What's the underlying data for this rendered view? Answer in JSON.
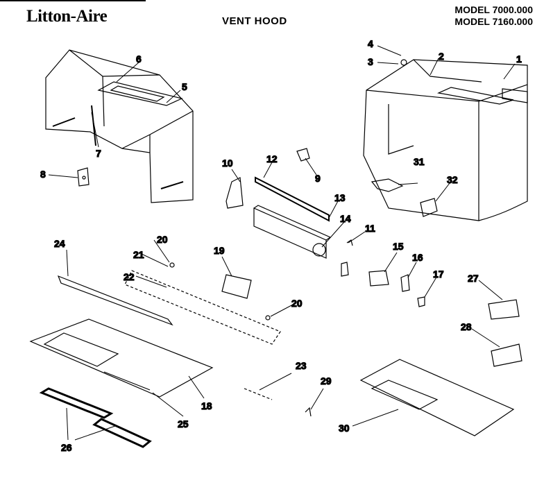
{
  "header": {
    "brand": "Litton-Aire",
    "title": "VENT HOOD",
    "models": [
      "MODEL 7000.000",
      "MODEL 7160.000"
    ]
  },
  "callouts": [
    {
      "id": "1",
      "label": "1"
    },
    {
      "id": "2",
      "label": "2"
    },
    {
      "id": "3",
      "label": "3"
    },
    {
      "id": "4",
      "label": "4"
    },
    {
      "id": "5",
      "label": "5"
    },
    {
      "id": "6",
      "label": "6"
    },
    {
      "id": "7",
      "label": "7"
    },
    {
      "id": "8",
      "label": "8"
    },
    {
      "id": "9",
      "label": "9"
    },
    {
      "id": "10",
      "label": "10"
    },
    {
      "id": "11",
      "label": "11"
    },
    {
      "id": "12",
      "label": "12"
    },
    {
      "id": "13",
      "label": "13"
    },
    {
      "id": "14",
      "label": "14"
    },
    {
      "id": "15",
      "label": "15"
    },
    {
      "id": "16",
      "label": "16"
    },
    {
      "id": "17",
      "label": "17"
    },
    {
      "id": "18",
      "label": "18"
    },
    {
      "id": "19",
      "label": "19"
    },
    {
      "id": "20a",
      "label": "20"
    },
    {
      "id": "20b",
      "label": "20"
    },
    {
      "id": "21",
      "label": "21"
    },
    {
      "id": "22",
      "label": "22"
    },
    {
      "id": "23",
      "label": "23"
    },
    {
      "id": "24",
      "label": "24"
    },
    {
      "id": "25",
      "label": "25"
    },
    {
      "id": "26",
      "label": "26"
    },
    {
      "id": "27",
      "label": "27"
    },
    {
      "id": "28",
      "label": "28"
    },
    {
      "id": "29",
      "label": "29"
    },
    {
      "id": "30",
      "label": "30"
    },
    {
      "id": "31",
      "label": "31"
    },
    {
      "id": "32",
      "label": "32"
    }
  ]
}
